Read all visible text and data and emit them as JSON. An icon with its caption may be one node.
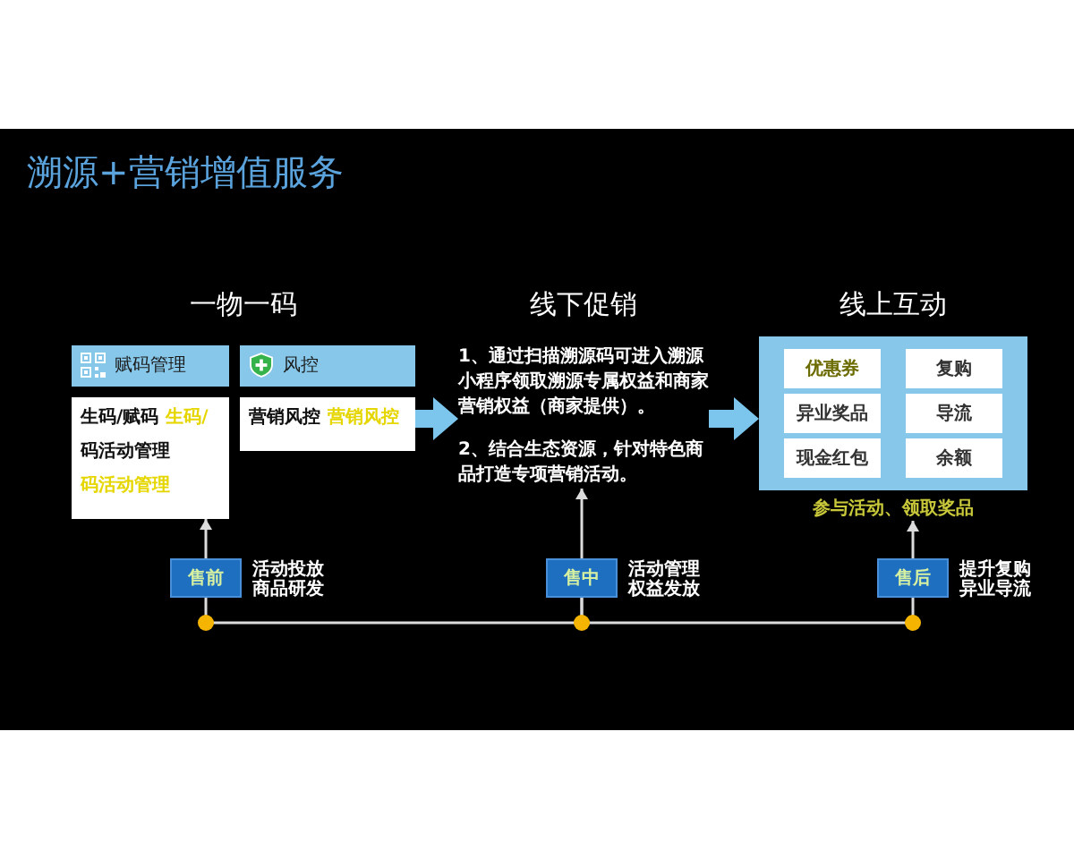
{
  "diagram": {
    "title": "溯源+营销增值服务",
    "nodes": [
      {
        "text": [
          "赋码管理"
        ]
      },
      {
        "text": [
          "生码/赋码",
          "生码/",
          "码活动管理",
          "码活动管理"
        ]
      },
      {
        "text": [
          "风控"
        ]
      },
      {
        "text": [
          "营销风控",
          "营销风控"
        ]
      },
      {
        "text": [
          "线下促销",
          "1、通过扫描溯源码可进入溯源小程序领取溯源专属权益和商家营销权益（商家提供）。",
          "2、结合生态资源，针对特色商品打造专项营销活动。"
        ]
      },
      {
        "text": [
          "线上互动"
        ],
        "beside": [
          "参与活动、领取奖品"
        ]
      },
      {
        "text": [
          "优惠券"
        ],
        "in": 5
      },
      {
        "text": [
          "复购"
        ],
        "in": 5
      },
      {
        "text": [
          "异业奖品"
        ],
        "in": 5
      },
      {
        "text": [
          "导流"
        ],
        "in": 5
      },
      {
        "text": [
          "现金红包"
        ],
        "in": 5
      },
      {
        "text": [
          "余额"
        ],
        "in": 5
      },
      {
        "text": [
          "售前"
        ],
        "beside": [
          "活动投放",
          "商品研发"
        ]
      },
      {
        "text": [
          "售中"
        ],
        "beside": [
          "活动管理",
          "权益发放"
        ]
      },
      {
        "text": [
          "售后"
        ],
        "beside": [
          "提升复购",
          "异业导流"
        ]
      }
    ],
    "edges": [
      {
        "from": 3,
        "to": 4,
        "arrow": "to",
        "style": "thick",
        "color": "#7cc6ee"
      },
      {
        "from": 4,
        "to": 5,
        "arrow": "to",
        "style": "thick",
        "color": "#7cc6ee"
      },
      {
        "from": 12,
        "to": 1,
        "arrow": "to"
      },
      {
        "from": 13,
        "to": 4,
        "arrow": "to"
      },
      {
        "from": 14,
        "to": 5,
        "arrow": "to"
      },
      {
        "from": 12,
        "to": 13,
        "arrow": "none"
      },
      {
        "from": 13,
        "to": 14,
        "arrow": "none"
      }
    ],
    "labels": [
      "一物一码"
    ]
  }
}
